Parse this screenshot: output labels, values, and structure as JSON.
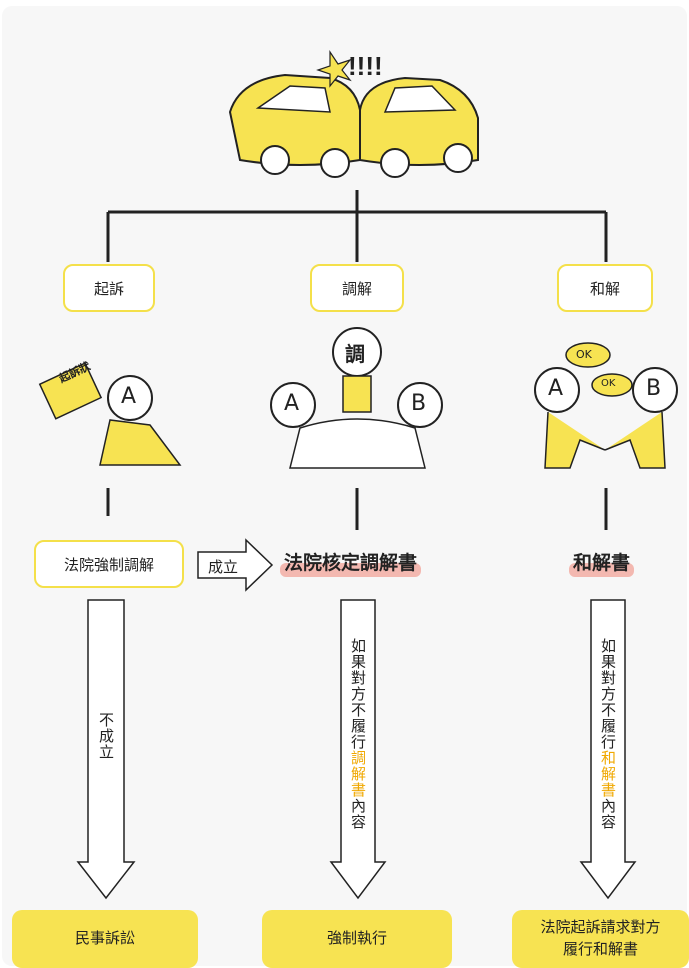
{
  "branches": {
    "lawsuit": "起訴",
    "mediation": "調解",
    "settlement": "和解"
  },
  "figures": {
    "complaint_doc": "起訴狀",
    "mediator": "調",
    "party_a": "A",
    "party_b": "B",
    "ok": "OK"
  },
  "row2": {
    "court_mediation": "法院強制調解",
    "success_arrow": "成立",
    "court_approved": "法院核定調解書",
    "settlement_doc": "和解書"
  },
  "arrows": {
    "fail": "不成立",
    "if_breach_prefix": "如果對方不履行",
    "mediation_doc": "調解書",
    "settlement_doc": "和解書",
    "content_suffix": "內容"
  },
  "outcomes": {
    "civil_suit": "民事訴訟",
    "enforcement": "強制執行",
    "sue_line1": "法院起訴請求對方",
    "sue_line2": "履行和解書"
  },
  "colors": {
    "yellow": "#f7e352",
    "highlight": "#f3b8b0",
    "orange_text": "#f0a800",
    "line": "#222222"
  }
}
